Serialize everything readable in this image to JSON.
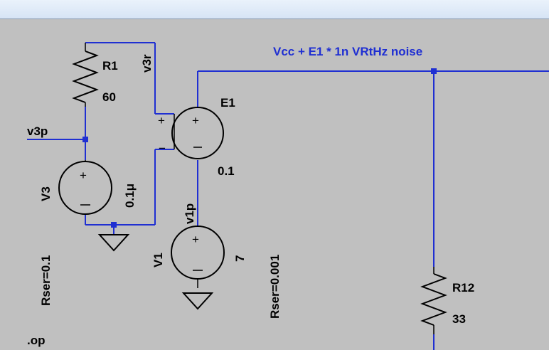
{
  "components": {
    "r1": {
      "ref": "R1",
      "value": "60"
    },
    "v3": {
      "ref": "V3",
      "value": "0.1μ",
      "rser": "Rser=0.1"
    },
    "e1": {
      "ref": "E1",
      "gain": "0.1"
    },
    "v1": {
      "ref": "V1",
      "value": "7",
      "rser": "Rser=0.001"
    },
    "r12": {
      "ref": "R12",
      "value": "33"
    }
  },
  "nets": {
    "v3p": "v3p",
    "v3r": "v3r",
    "v1p": "v1p",
    "output": "Vcc + E1 * 1n VRtHz noise"
  },
  "directive": ".op",
  "colors": {
    "background": "#c0c0c0",
    "wire": "#1f2fd2",
    "symbol": "#000000"
  }
}
